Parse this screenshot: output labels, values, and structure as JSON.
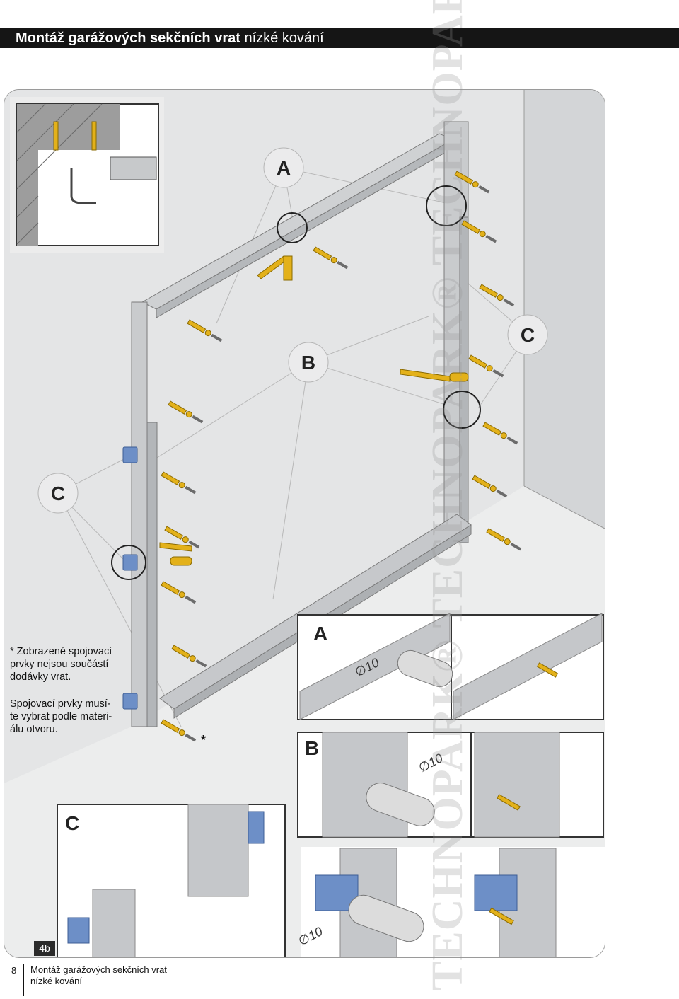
{
  "header": {
    "title_bold": "Montáž garážových sekčních vrat",
    "title_light": "nízké kování"
  },
  "labels": {
    "a": "A",
    "b": "B",
    "c": "C"
  },
  "detail": {
    "a": "A",
    "b": "B",
    "c": "C",
    "diameter_a": "∅10",
    "diameter_b": "∅10",
    "diameter_c": "∅10"
  },
  "notes": {
    "line1": "* Zobrazené spojovací",
    "line2": "prvky nejsou součástí",
    "line3": "dodávky vrat.",
    "line4": "Spojovací prvky musí-",
    "line5": "te vybrat podle materi-",
    "line6": "álu otvoru."
  },
  "star": "*",
  "step": "4b",
  "footer": {
    "page": "8",
    "line1": "Montáž garážových sekčních vrat",
    "line2": "nízké kování"
  },
  "watermark": "TECHNOPARK® TECHNOPARK® TECHNOPARK®",
  "colors": {
    "header_bg": "#151515",
    "panel_bg": "#e4e5e6",
    "frame": "#c9cbcd",
    "gold": "#e3b11a",
    "bracket": "#6d8fc7"
  }
}
